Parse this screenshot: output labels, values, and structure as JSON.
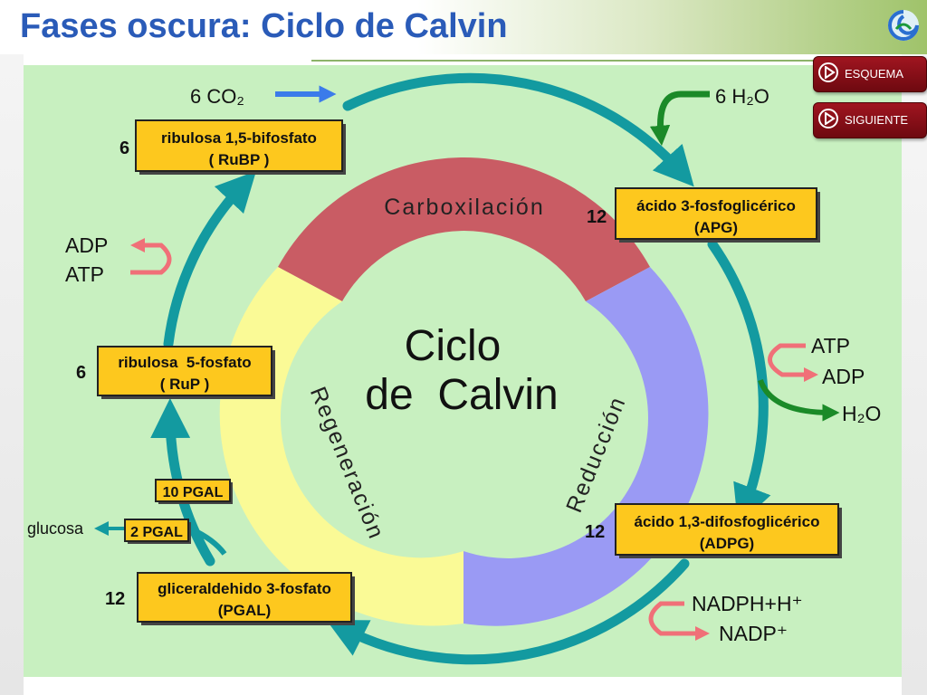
{
  "header": {
    "title": "Fases oscura: Ciclo de Calvin"
  },
  "nav": {
    "esquema": "ESQUEMA",
    "siguiente": "SIGUIENTE"
  },
  "colors": {
    "diagram_bg": "#c8f0c0",
    "cycle_arrow": "#139aa0",
    "box_fill": "#fdc81e",
    "carboxylation": "#c95c64",
    "reduction": "#9a9af4",
    "regeneration": "#fafa96",
    "co2_arrow": "#3b7bea",
    "water_arrow": "#1b8a28",
    "atp_arrow": "#f07078"
  },
  "diagram": {
    "center_line1": "Ciclo",
    "center_line2": "de  Calvin",
    "phases": {
      "carboxylation": "Carboxilación",
      "reduction": "Reducción",
      "regeneration": "Regeneración"
    },
    "inputs": {
      "co2": "6 CO₂",
      "h2o_in": "6 H₂O",
      "h2o_out": "H₂O",
      "adp_left": "ADP",
      "atp_left": "ATP",
      "atp_right": "ATP",
      "adp_right": "ADP",
      "nadph": "NADPH+H⁺",
      "nadp": "NADP⁺",
      "glucosa": "glucosa"
    },
    "boxes": {
      "rubp": {
        "count": "6",
        "line1": "ribulosa 1,5-bifosfato",
        "line2": "( RuBP )"
      },
      "apg": {
        "count": "12",
        "line1": "ácido 3-fosfoglicérico",
        "line2": "(APG)"
      },
      "adpg": {
        "count": "12",
        "line1": "ácido 1,3-difosfoglicérico",
        "line2": "(ADPG)"
      },
      "pgal": {
        "count": "12",
        "line1": "gliceraldehido 3-fosfato",
        "line2": "(PGAL)"
      },
      "rup": {
        "count": "6",
        "line1": "ribulosa  5-fosfato",
        "line2": "( RuP )"
      },
      "pgal10": "10 PGAL",
      "pgal2": "2 PGAL"
    }
  }
}
